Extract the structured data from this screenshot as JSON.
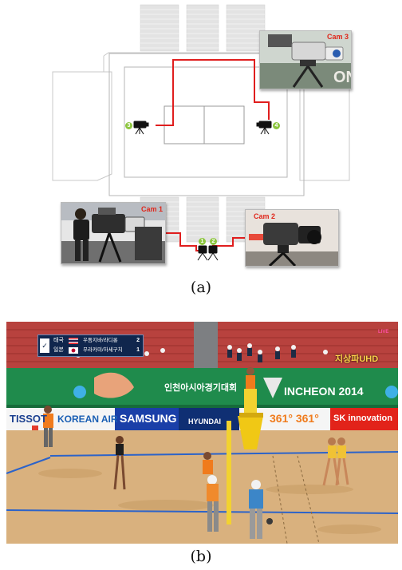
{
  "panel_a": {
    "caption": "(a)",
    "cameras": [
      {
        "label": "Cam 1"
      },
      {
        "label": "Cam 2"
      },
      {
        "label": "Cam 3"
      }
    ],
    "badges": [
      "3",
      "4",
      "1",
      "2"
    ]
  },
  "panel_b": {
    "caption": "(b)",
    "scoreboard": {
      "rows": [
        {
          "country": "태국",
          "names": "우돔지바/라디롱",
          "score": "2"
        },
        {
          "country": "일본",
          "names": "무라카미/하세구치",
          "score": "1"
        }
      ]
    },
    "ads": {
      "korean_games": "인천아시아경기대회",
      "incheon": "INCHEON 2014",
      "tissot": "TISSOT",
      "korean_air": "KOREAN AIR",
      "samsung": "SAMSUNG",
      "hyundai": "HYUNDAI",
      "numbers": "361° 361°",
      "sk": "SK innovation",
      "uhd": "지상파UHD",
      "live": "LIVE"
    }
  }
}
